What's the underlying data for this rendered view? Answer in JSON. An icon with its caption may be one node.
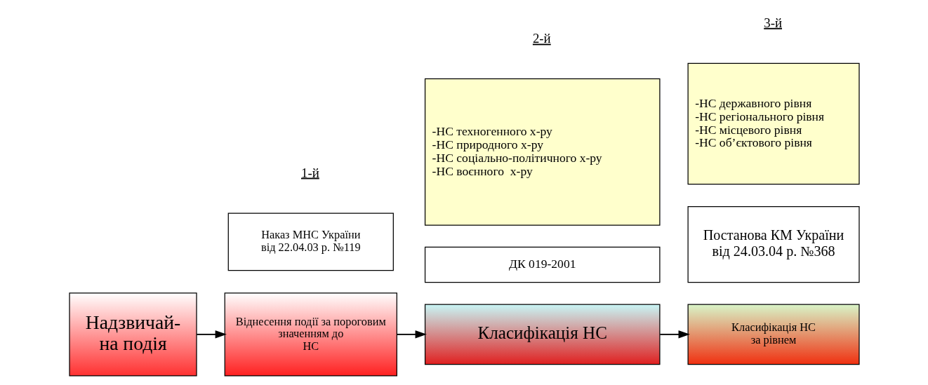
{
  "diagram": {
    "nodes": [
      {
        "text": [
          "Надзвичай- на подія"
        ]
      },
      {
        "text": [
          "Віднесення події за пороговим значенням до НС"
        ]
      },
      {
        "text": [
          "Класифікація НС"
        ]
      },
      {
        "text": [
          "Класифікація НС за рівнем"
        ]
      },
      {
        "text": [
          "Наказ МНС України від 22.04.03 р. №119"
        ]
      },
      {
        "text": [
          "ДК 019-2001"
        ]
      },
      {
        "text": [
          "-НС техногенного х-ру",
          "-НС природного х-ру",
          "-НС соціально-політичного х-ру",
          "-НС воєнного  х-ру"
        ]
      },
      {
        "text": [
          "Постанова КМ України від 24.03.04 р. №368"
        ]
      },
      {
        "text": [
          "-НС державного рівня",
          "-НС регіонального рівня",
          "-НС місцевого рівня",
          "-НС об’єктового рівня"
        ]
      }
    ],
    "edges": [
      {
        "from": 0,
        "to": 1,
        "arrow": "to"
      },
      {
        "from": 1,
        "to": 2,
        "arrow": "to"
      },
      {
        "from": 2,
        "to": 3,
        "arrow": "to"
      }
    ],
    "labels": [
      "1-й",
      "2-й",
      "3-й"
    ]
  }
}
